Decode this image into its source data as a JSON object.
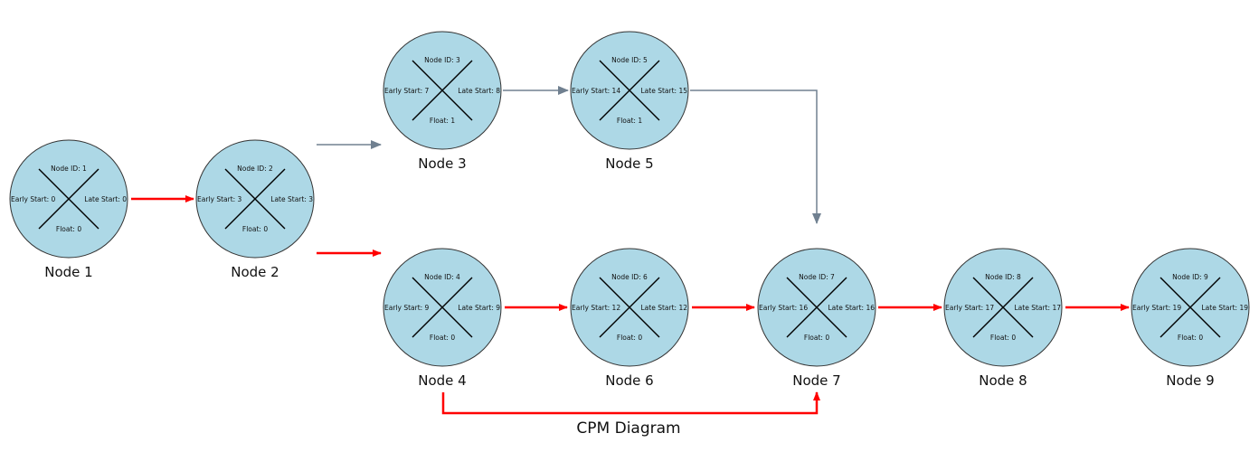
{
  "title": "CPM Diagram",
  "colors": {
    "node_fill": "#add8e6",
    "critical_edge": "#ff0000",
    "normal_edge": "#708090"
  },
  "nodes": [
    {
      "id": "1",
      "label": "Node 1",
      "node_id_text": "Node ID: 1",
      "early_start_text": "Early Start: 0",
      "late_start_text": "Late Start: 0",
      "float_text": "Float: 0"
    },
    {
      "id": "2",
      "label": "Node 2",
      "node_id_text": "Node ID: 2",
      "early_start_text": "Early Start: 3",
      "late_start_text": "Late Start: 3",
      "float_text": "Float: 0"
    },
    {
      "id": "3",
      "label": "Node 3",
      "node_id_text": "Node ID: 3",
      "early_start_text": "Early Start: 7",
      "late_start_text": "Late Start: 8",
      "float_text": "Float: 1"
    },
    {
      "id": "5",
      "label": "Node 5",
      "node_id_text": "Node ID: 5",
      "early_start_text": "Early Start: 14",
      "late_start_text": "Late Start: 15",
      "float_text": "Float: 1"
    },
    {
      "id": "4",
      "label": "Node 4",
      "node_id_text": "Node ID: 4",
      "early_start_text": "Early Start: 9",
      "late_start_text": "Late Start: 9",
      "float_text": "Float: 0"
    },
    {
      "id": "6",
      "label": "Node 6",
      "node_id_text": "Node ID: 6",
      "early_start_text": "Early Start: 12",
      "late_start_text": "Late Start: 12",
      "float_text": "Float: 0"
    },
    {
      "id": "7",
      "label": "Node 7",
      "node_id_text": "Node ID: 7",
      "early_start_text": "Early Start: 16",
      "late_start_text": "Late Start: 16",
      "float_text": "Float: 0"
    },
    {
      "id": "8",
      "label": "Node 8",
      "node_id_text": "Node ID: 8",
      "early_start_text": "Early Start: 17",
      "late_start_text": "Late Start: 17",
      "float_text": "Float: 0"
    },
    {
      "id": "9",
      "label": "Node 9",
      "node_id_text": "Node ID: 9",
      "early_start_text": "Early Start: 19",
      "late_start_text": "Late Start: 19",
      "float_text": "Float: 0"
    }
  ],
  "edges": [
    {
      "from": "1",
      "to": "2",
      "critical": true
    },
    {
      "from": "2",
      "to": "3",
      "critical": false
    },
    {
      "from": "2",
      "to": "4",
      "critical": true
    },
    {
      "from": "3",
      "to": "5",
      "critical": false
    },
    {
      "from": "5",
      "to": "7",
      "critical": false
    },
    {
      "from": "4",
      "to": "6",
      "critical": true
    },
    {
      "from": "4",
      "to": "7",
      "critical": true
    },
    {
      "from": "6",
      "to": "7",
      "critical": true
    },
    {
      "from": "7",
      "to": "8",
      "critical": true
    },
    {
      "from": "8",
      "to": "9",
      "critical": true
    }
  ]
}
